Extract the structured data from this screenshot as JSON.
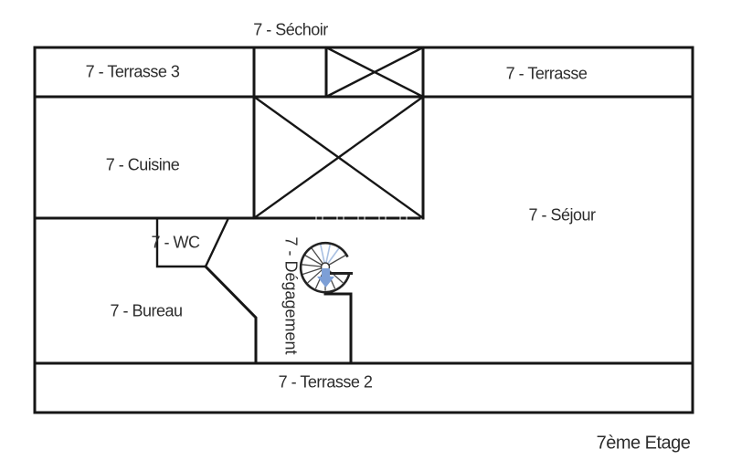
{
  "title": "7ème Etage",
  "rooms": {
    "sechoir": {
      "label": "7 - Séchoir"
    },
    "terrasse3": {
      "label": "7 - Terrasse 3"
    },
    "terrasse": {
      "label": "7 - Terrasse"
    },
    "cuisine": {
      "label": "7 - Cuisine"
    },
    "sejour": {
      "label": "7 - Séjour"
    },
    "wc": {
      "label": "7 - WC"
    },
    "bureau": {
      "label": "7 - Bureau"
    },
    "degagement": {
      "label": "7 - Dégagement"
    },
    "terrasse2": {
      "label": "7 - Terrasse 2"
    }
  },
  "icons": {
    "staircase": "spiral-staircase-icon",
    "arrow": "stair-direction-arrow-icon"
  },
  "colors": {
    "background": "#ffffff",
    "wall": "#161616",
    "text": "#2d2d2d",
    "stair_arrow": "#7d9fd6",
    "stair_spoke_highlight": "#a9c0e2"
  }
}
